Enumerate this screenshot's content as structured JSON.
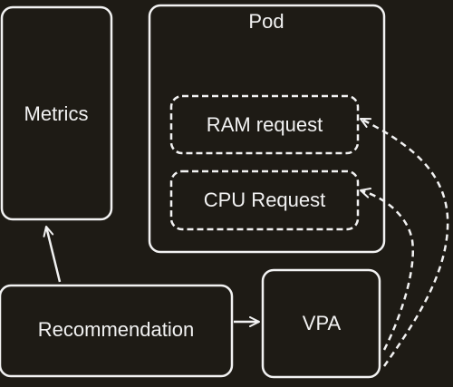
{
  "diagram": {
    "nodes": {
      "metrics": {
        "label": "Metrics"
      },
      "pod": {
        "label": "Pod"
      },
      "ram_request": {
        "label": "RAM request"
      },
      "cpu_request": {
        "label": "CPU Request"
      },
      "recommendation": {
        "label": "Recommendation"
      },
      "vpa": {
        "label": "VPA"
      }
    },
    "edges": [
      {
        "from": "Recommendation",
        "to": "Metrics",
        "style": "solid"
      },
      {
        "from": "Recommendation",
        "to": "VPA",
        "style": "solid"
      },
      {
        "from": "VPA",
        "to": "RAM request",
        "style": "dashed"
      },
      {
        "from": "VPA",
        "to": "CPU Request",
        "style": "dashed"
      }
    ]
  }
}
